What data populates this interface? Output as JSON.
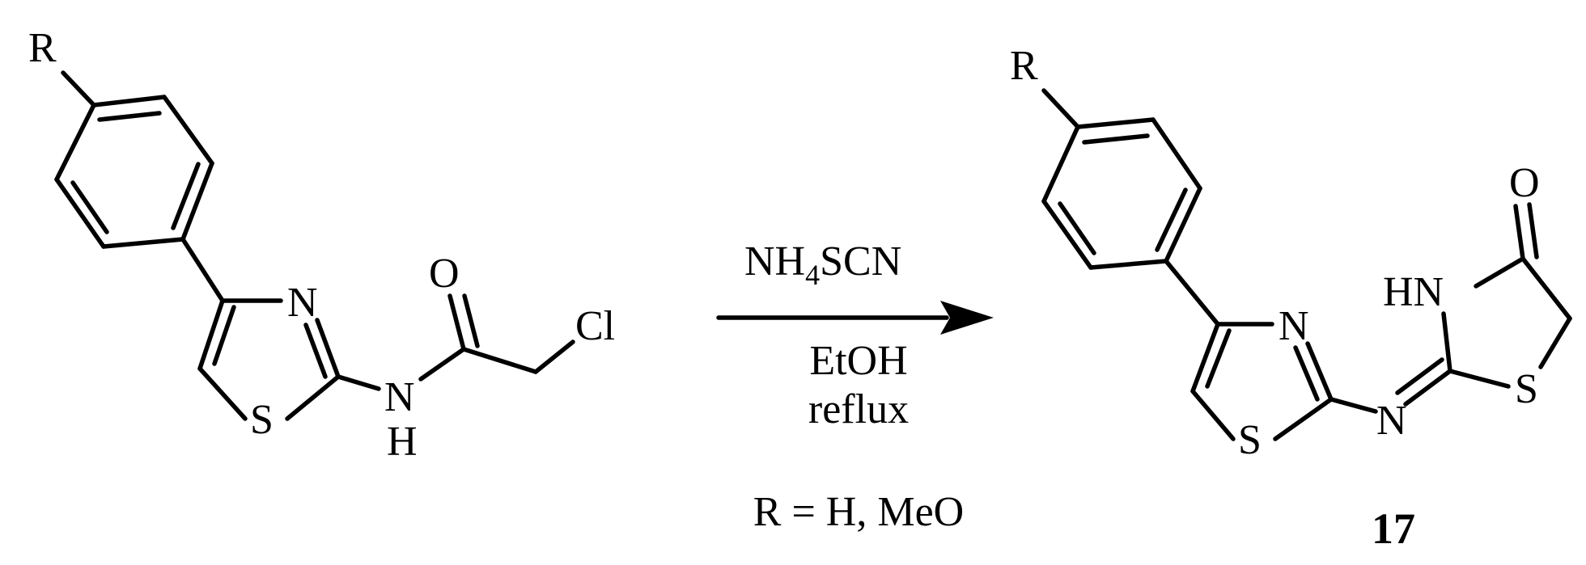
{
  "reactant": {
    "substituent": "R",
    "atoms": {
      "thiazole_n": "N",
      "thiazole_s": "S",
      "carbonyl_o": "O",
      "amide_n": "N",
      "amide_h": "H",
      "chlorine": "Cl"
    }
  },
  "reagents": {
    "reagent_main": "NH",
    "reagent_sub": "4",
    "reagent_tail": "SCN",
    "solvent": "EtOH",
    "condition": "reflux",
    "substituents": "R = H, MeO"
  },
  "product": {
    "substituent": "R",
    "atoms": {
      "thiazole_n": "N",
      "thiazole_s": "S",
      "imine_n": "N",
      "ring_nh": "HN",
      "ring_s": "S",
      "carbonyl_o": "O"
    },
    "label": "17"
  }
}
